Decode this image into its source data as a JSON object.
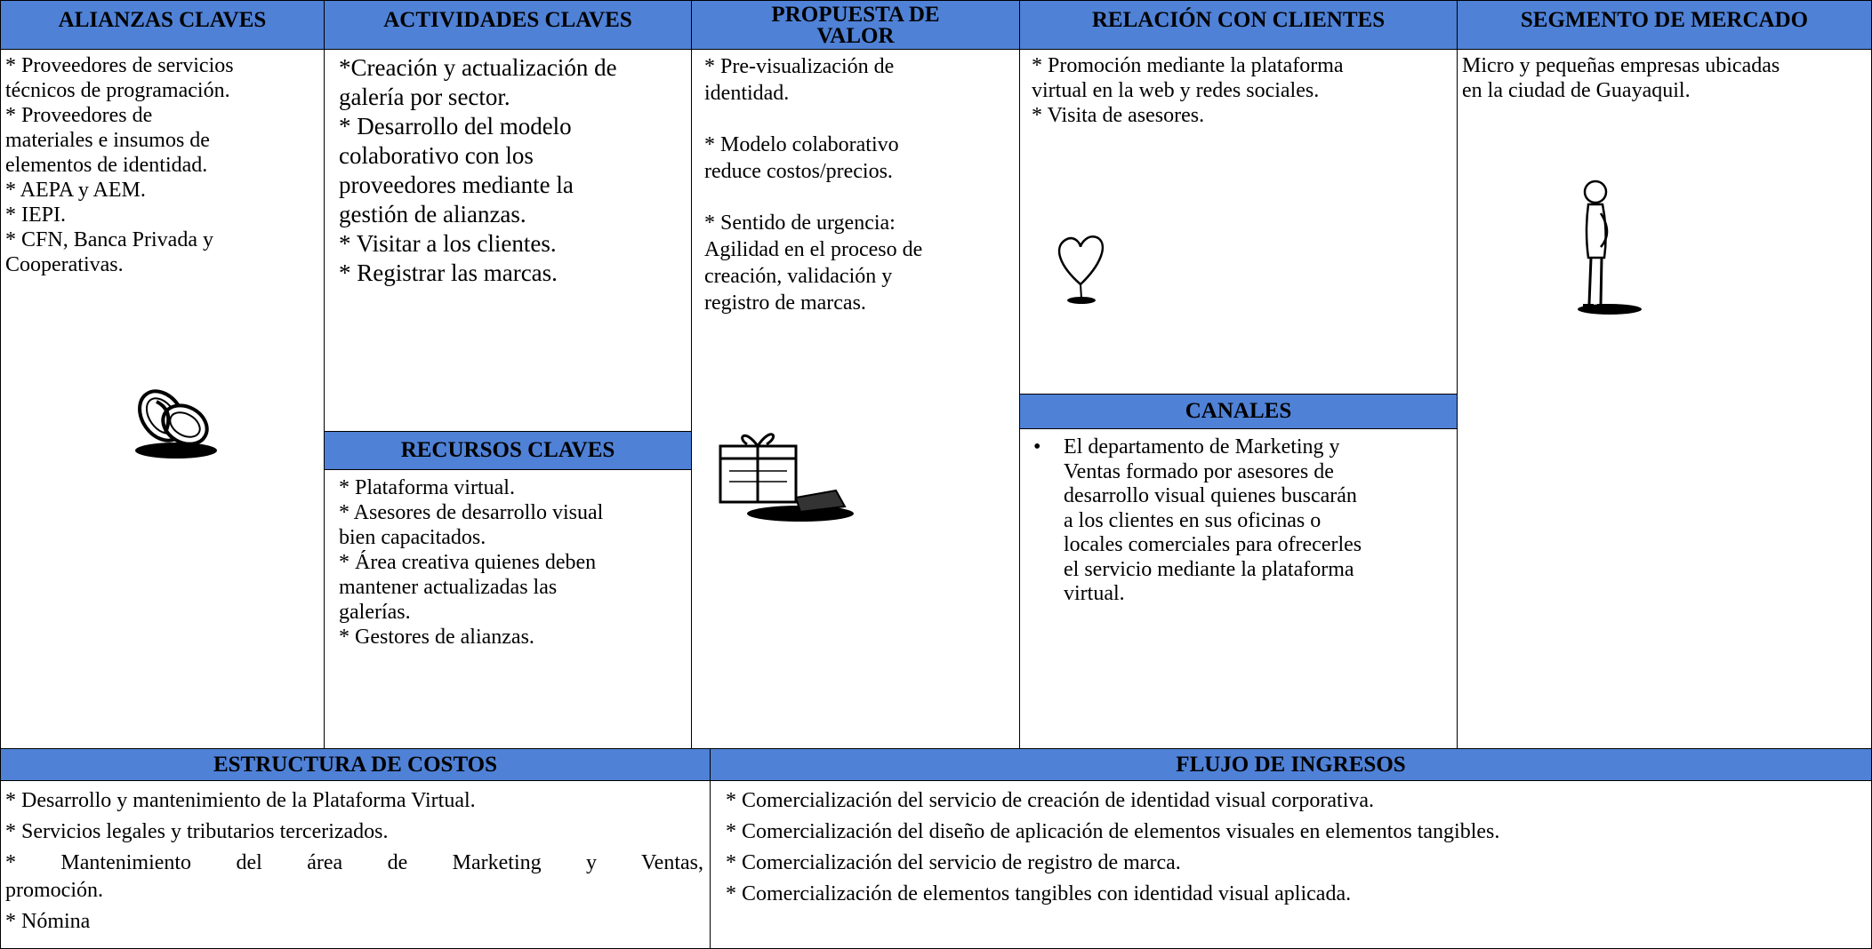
{
  "headers": {
    "alianzas": "ALIANZAS CLAVES",
    "actividades": "ACTIVIDADES CLAVES",
    "propuesta_line1": "PROPUESTA DE",
    "propuesta_line2": "VALOR",
    "relacion": "RELACIÓN CON CLIENTES",
    "segmento": "SEGMENTO DE MERCADO",
    "recursos": "RECURSOS CLAVES",
    "canales": "CANALES",
    "costos": "ESTRUCTURA DE COSTOS",
    "ingresos": "FLUJO DE INGRESOS"
  },
  "alianzas": {
    "lines": [
      "* Proveedores de servicios",
      "técnicos de programación.",
      "* Proveedores de",
      "materiales e insumos de",
      "elementos de identidad.",
      "* AEPA y AEM.",
      "* IEPI.",
      "* CFN, Banca Privada y",
      "Cooperativas."
    ],
    "icon": "linked-rings-icon"
  },
  "actividades": {
    "lines": [
      "*Creación y actualización de",
      "galería por sector.",
      "* Desarrollo del modelo",
      "colaborativo con los",
      "proveedores mediante la",
      "gestión de alianzas.",
      "* Visitar a los clientes.",
      "* Registrar las marcas."
    ]
  },
  "recursos": {
    "lines": [
      "* Plataforma virtual.",
      "* Asesores de desarrollo visual",
      "bien capacitados.",
      "* Área creativa quienes deben",
      "mantener actualizadas las",
      "galerías.",
      "* Gestores de alianzas."
    ]
  },
  "propuesta": {
    "line1": "* Pre-visualización de",
    "line2": "identidad.",
    "line3": "* Modelo colaborativo",
    "line4": "reduce costos/precios.",
    "line5": "* Sentido de urgencia:",
    "line6": "Agilidad en el proceso de",
    "line7": "creación, validación y",
    "line8": "registro de marcas.",
    "icon": "gift-box-icon"
  },
  "relacion": {
    "lines": [
      "* Promoción mediante la plataforma",
      "virtual en la web y redes sociales.",
      "* Visita de asesores."
    ],
    "icon": "heart-icon"
  },
  "canales": {
    "bullet_lines": [
      "El departamento de Marketing y",
      "Ventas formado por asesores de",
      "desarrollo visual quienes buscarán",
      "a los clientes en sus oficinas o",
      "locales comerciales para ofrecerles",
      "el servicio mediante la plataforma",
      "virtual."
    ]
  },
  "segmento": {
    "lines": [
      "Micro y pequeñas empresas ubicadas",
      "en la ciudad de Guayaquil."
    ],
    "icon": "standing-person-icon"
  },
  "costos": {
    "lines": [
      "* Desarrollo y mantenimiento de la Plataforma Virtual.",
      "* Servicios legales y tributarios tercerizados.",
      "* Mantenimiento del área de Marketing y Ventas,",
      "promoción.",
      "* Nómina"
    ]
  },
  "ingresos": {
    "lines": [
      "* Comercialización del servicio de creación de identidad visual corporativa.",
      "* Comercialización del diseño de aplicación de elementos visuales en elementos tangibles.",
      "* Comercialización del servicio de registro de marca.",
      "* Comercialización de elementos tangibles con identidad visual aplicada."
    ]
  },
  "colors": {
    "header_bg": "#4f81d6",
    "border": "#000000"
  }
}
